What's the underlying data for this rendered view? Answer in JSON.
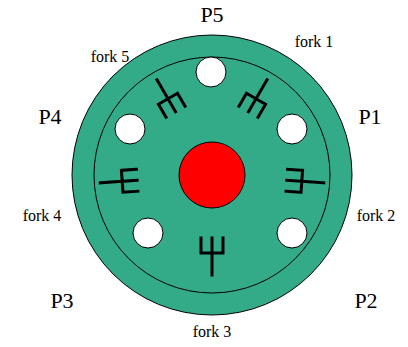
{
  "diagram": {
    "labels": [
      "P5",
      "fork 5",
      "fork 1",
      "P4",
      "P1",
      "fork 4",
      "fork 2",
      "P3",
      "P2",
      "fork 3"
    ]
  }
}
